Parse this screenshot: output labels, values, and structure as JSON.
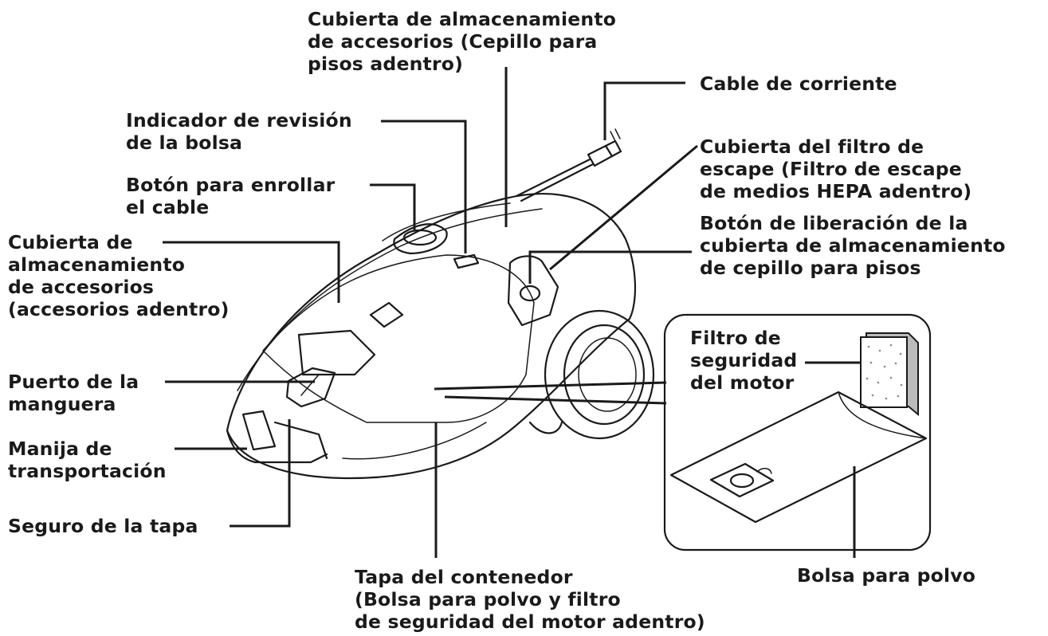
{
  "labels": {
    "storage_cover_floor_brush": "Cubierta de almacenamiento\nde accesorios (Cepillo para\npisos adentro)",
    "power_cord": "Cable de corriente",
    "bag_check_indicator": "Indicador de revisión\nde la bolsa",
    "exhaust_filter_cover": "Cubierta del filtro de\nescape (Filtro de escape\nde medios HEPA adentro)",
    "cord_rewind_button": "Botón para enrollar\nel cable",
    "floor_brush_release_button": "Botón de liberación de la\ncubierta de almacenamiento\nde cepillo para pisos",
    "accessory_storage_cover": "Cubierta de\nalmacenamiento\nde accesorios\n(accesorios adentro)",
    "motor_safety_filter": "Filtro de\nseguridad\ndel motor",
    "hose_port": "Puerto de la\nmanguera",
    "carry_handle": "Manija de\ntransportación",
    "lid_latch": "Seguro de la tapa",
    "container_lid": "Tapa del contenedor\n(Bolsa para polvo y filtro\nde seguridad del motor adentro)",
    "dust_bag": "Bolsa para polvo"
  }
}
